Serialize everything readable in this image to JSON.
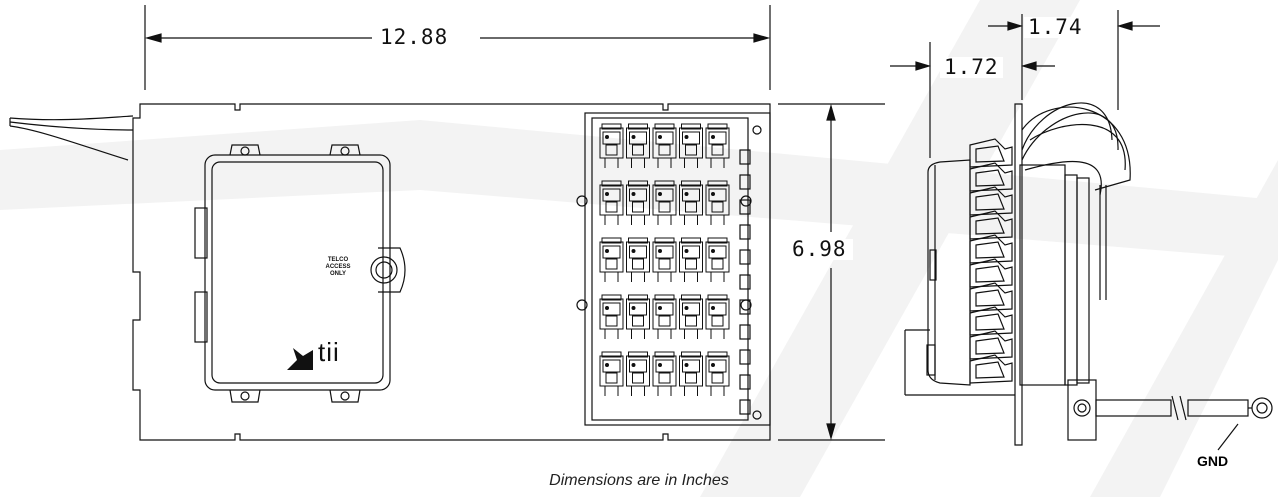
{
  "dimensions": {
    "width": "12.88",
    "height": "6.98",
    "side_depth_outer": "1.74",
    "side_depth_inner": "1.72"
  },
  "enclosure": {
    "label_line1": "TELCO",
    "label_line2": "ACCESS",
    "label_line3": "ONLY",
    "brand": "tii"
  },
  "side_view": {
    "ground_label": "GND"
  },
  "caption": "Dimensions are in Inches",
  "colors": {
    "line": "#111111",
    "watermark": "#f2f2f2",
    "background": "#ffffff"
  },
  "jack_grid": {
    "rows": 5,
    "columns": 5
  }
}
